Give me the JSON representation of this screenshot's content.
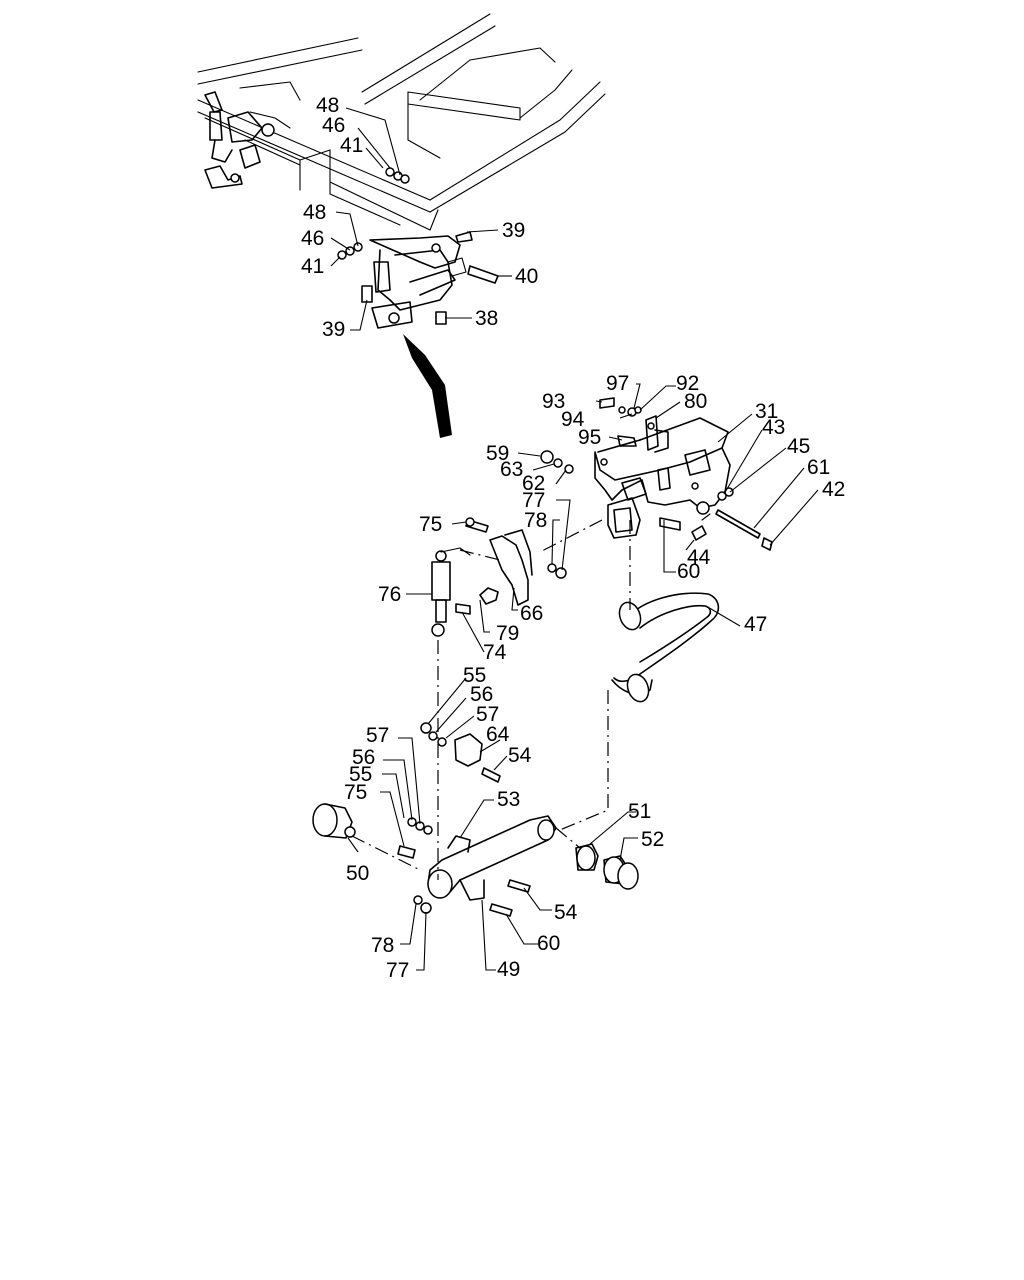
{
  "callouts": [
    {
      "id": "c48a",
      "text": "48"
    },
    {
      "id": "c46a",
      "text": "46"
    },
    {
      "id": "c41a",
      "text": "41"
    },
    {
      "id": "c48b",
      "text": "48"
    },
    {
      "id": "c46b",
      "text": "46"
    },
    {
      "id": "c41b",
      "text": "41"
    },
    {
      "id": "c39a",
      "text": "39"
    },
    {
      "id": "c40",
      "text": "40"
    },
    {
      "id": "c39b",
      "text": "39"
    },
    {
      "id": "c38",
      "text": "38"
    },
    {
      "id": "c97",
      "text": "97"
    },
    {
      "id": "c92",
      "text": "92"
    },
    {
      "id": "c93",
      "text": "93"
    },
    {
      "id": "c80",
      "text": "80"
    },
    {
      "id": "c94",
      "text": "94"
    },
    {
      "id": "c31",
      "text": "31"
    },
    {
      "id": "c95",
      "text": "95"
    },
    {
      "id": "c43",
      "text": "43"
    },
    {
      "id": "c45",
      "text": "45"
    },
    {
      "id": "c59",
      "text": "59"
    },
    {
      "id": "c61",
      "text": "61"
    },
    {
      "id": "c63",
      "text": "63"
    },
    {
      "id": "c42",
      "text": "42"
    },
    {
      "id": "c62",
      "text": "62"
    },
    {
      "id": "c77a",
      "text": "77"
    },
    {
      "id": "c75a",
      "text": "75"
    },
    {
      "id": "c78a",
      "text": "78"
    },
    {
      "id": "c44",
      "text": "44"
    },
    {
      "id": "c60a",
      "text": "60"
    },
    {
      "id": "c76",
      "text": "76"
    },
    {
      "id": "c66",
      "text": "66"
    },
    {
      "id": "c47",
      "text": "47"
    },
    {
      "id": "c79",
      "text": "79"
    },
    {
      "id": "c74",
      "text": "74"
    },
    {
      "id": "c55a",
      "text": "55"
    },
    {
      "id": "c56a",
      "text": "56"
    },
    {
      "id": "c57a",
      "text": "57"
    },
    {
      "id": "c57b",
      "text": "57"
    },
    {
      "id": "c64",
      "text": "64"
    },
    {
      "id": "c56b",
      "text": "56"
    },
    {
      "id": "c54a",
      "text": "54"
    },
    {
      "id": "c55b",
      "text": "55"
    },
    {
      "id": "c75b",
      "text": "75"
    },
    {
      "id": "c53",
      "text": "53"
    },
    {
      "id": "c51",
      "text": "51"
    },
    {
      "id": "c52",
      "text": "52"
    },
    {
      "id": "c50",
      "text": "50"
    },
    {
      "id": "c54b",
      "text": "54"
    },
    {
      "id": "c60b",
      "text": "60"
    },
    {
      "id": "c78b",
      "text": "78"
    },
    {
      "id": "c77b",
      "text": "77"
    },
    {
      "id": "c49",
      "text": "49"
    }
  ]
}
